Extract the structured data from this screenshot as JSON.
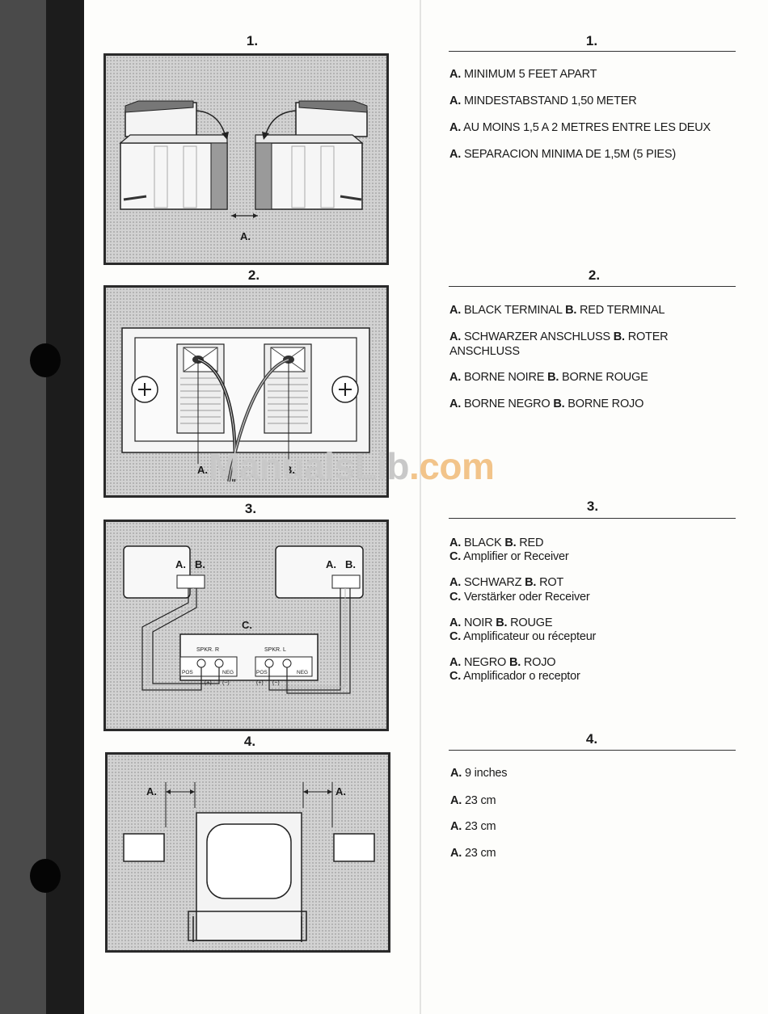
{
  "figures": {
    "fig1": {
      "number": "1.",
      "label_a": "A."
    },
    "fig2": {
      "number": "2.",
      "label_a": "A.",
      "label_b": "B."
    },
    "fig3": {
      "number": "3.",
      "label_a_left": "A.",
      "label_b_left": "B.",
      "label_a_right": "A.",
      "label_b_right": "B.",
      "label_c": "C.",
      "spkr_r": "SPKR. R",
      "spkr_l": "SPKR. L",
      "pos_r": "POS",
      "neg_r": "NEG",
      "pos_l": "POS",
      "neg_l": "NEG",
      "plus_r": "(+)",
      "minus_r": "(−)",
      "plus_l": "(+)",
      "minus_l": "(−)"
    },
    "fig4": {
      "number": "4.",
      "label_a_left": "A.",
      "label_a_right": "A."
    }
  },
  "sections": {
    "s1": {
      "number": "1.",
      "lines": [
        {
          "key": "A.",
          "text": " MINIMUM 5 FEET APART"
        },
        {
          "key": "A.",
          "text": " MINDESTABSTAND 1,50 METER"
        },
        {
          "key": "A.",
          "text": " AU MOINS 1,5 A 2 METRES ENTRE LES DEUX"
        },
        {
          "key": "A.",
          "text": " SEPARACION MINIMA DE 1,5M (5 PIES)"
        }
      ]
    },
    "s2": {
      "number": "2.",
      "lines": [
        {
          "key1": "A.",
          "t1": " BLACK TERMINAL  ",
          "key2": "B.",
          "t2": " RED TERMINAL"
        },
        {
          "key1": "A.",
          "t1": " SCHWARZER ANSCHLUSS  ",
          "key2": "B.",
          "t2": " ROTER",
          "t3": "ANSCHLUSS"
        },
        {
          "key1": "A.",
          "t1": " BORNE NOIRE  ",
          "key2": "B.",
          "t2": " BORNE ROUGE"
        },
        {
          "key1": "A.",
          "t1": " BORNE NEGRO  ",
          "key2": "B.",
          "t2": " BORNE ROJO"
        }
      ]
    },
    "s3": {
      "number": "3.",
      "groups": [
        {
          "key1": "A.",
          "t1": " BLACK   ",
          "key2": "B.",
          "t2": " RED",
          "key3": "C.",
          "t3": " Amplifier or Receiver"
        },
        {
          "key1": "A.",
          "t1": " SCHWARZ   ",
          "key2": "B.",
          "t2": " ROT",
          "key3": "C.",
          "t3": " Verstärker oder Receiver"
        },
        {
          "key1": "A.",
          "t1": " NOIR   ",
          "key2": "B.",
          "t2": " ROUGE",
          "key3": "C.",
          "t3": " Amplificateur ou récepteur"
        },
        {
          "key1": "A.",
          "t1": " NEGRO   ",
          "key2": "B.",
          "t2": " ROJO",
          "key3": "C.",
          "t3": " Amplificador o receptor"
        }
      ]
    },
    "s4": {
      "number": "4.",
      "lines": [
        {
          "key": "A.",
          "text": " 9 inches"
        },
        {
          "key": "A.",
          "text": " 23 cm"
        },
        {
          "key": "A.",
          "text": " 23 cm"
        },
        {
          "key": "A.",
          "text": " 23 cm"
        }
      ]
    }
  },
  "watermark": {
    "part1": "ManualsLib",
    "part2": ".com"
  },
  "colors": {
    "binder": "#1c1c1c",
    "panel_bg": "#d2d2d2",
    "watermark_gray": "#c8c8c8",
    "watermark_orange": "#f2c48a"
  }
}
